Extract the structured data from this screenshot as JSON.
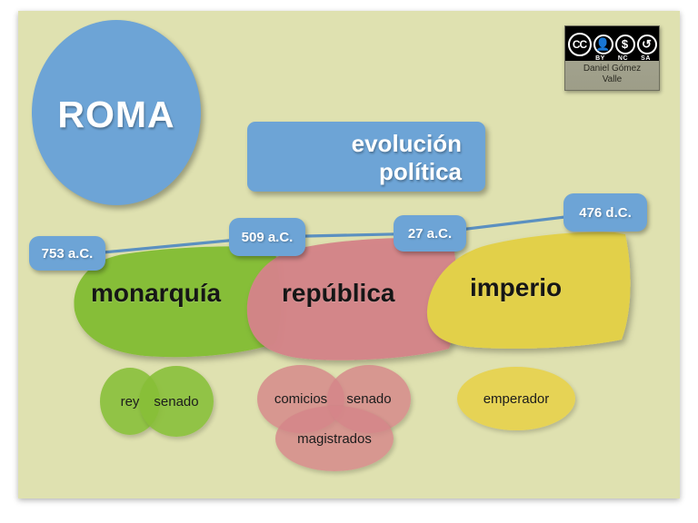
{
  "slide": {
    "title": "ROMA",
    "subtitle_line1": "evolución",
    "subtitle_line2": "política",
    "background_color": "#dfe1b0",
    "accent_blue": "#6da4d6"
  },
  "timeline": {
    "dates": [
      {
        "label": "753 a.C.",
        "name": "date-753-ac"
      },
      {
        "label": "509 a.C.",
        "name": "date-509-ac"
      },
      {
        "label": "27 a.C.",
        "name": "date-27-ac"
      },
      {
        "label": "476 d.C.",
        "name": "date-476-dc"
      }
    ]
  },
  "periods": [
    {
      "label": "monarquía",
      "color": "#86be37",
      "start": "753 a.C.",
      "end": "509 a.C.",
      "institutions": [
        {
          "label": "rey"
        },
        {
          "label": "senado"
        }
      ]
    },
    {
      "label": "república",
      "color": "#d48488",
      "start": "509 a.C.",
      "end": "27 a.C.",
      "institutions": [
        {
          "label": "comicios"
        },
        {
          "label": "senado"
        },
        {
          "label": "magistrados"
        }
      ]
    },
    {
      "label": "imperio",
      "color": "#e2d04a",
      "start": "27 a.C.",
      "end": "476 d.C.",
      "institutions": [
        {
          "label": "emperador"
        }
      ]
    }
  ],
  "license": {
    "mark": "CC",
    "clauses": [
      "BY",
      "NC",
      "SA"
    ],
    "glyphs": [
      "person-icon",
      "dollar-slash-icon",
      "share-alike-icon"
    ],
    "author_line1": "Daniel Gómez",
    "author_line2": "Valle"
  }
}
